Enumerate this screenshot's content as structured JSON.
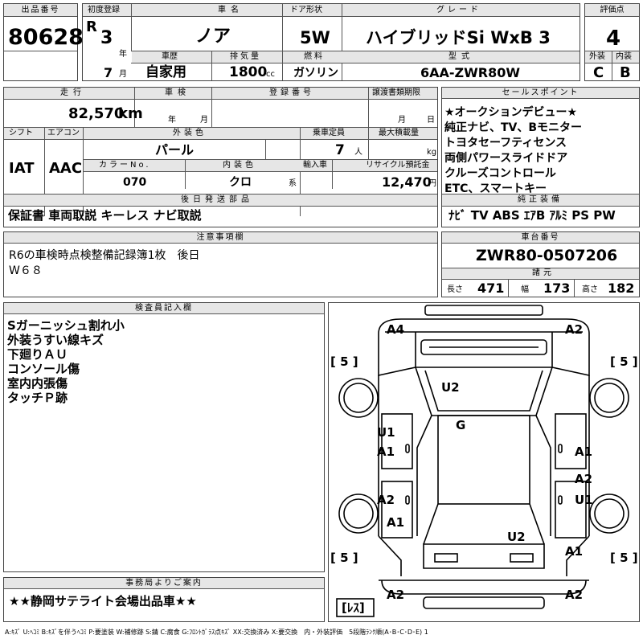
{
  "lot": {
    "label": "出品番号",
    "value": "80628"
  },
  "first_reg": {
    "label": "初度登録",
    "era": "R",
    "year": "3",
    "year_unit": "年",
    "month": "7",
    "month_unit": "月"
  },
  "model_name": {
    "label": "車名",
    "value": "ノア"
  },
  "door": {
    "label": "ドア形状",
    "value": "5W"
  },
  "grade": {
    "label": "グレード",
    "value": "ハイブリッドSi WxB 3"
  },
  "score": {
    "label": "評価点",
    "value": "4"
  },
  "history": {
    "label": "車歴",
    "value": "自家用"
  },
  "displacement": {
    "label": "排気量",
    "value": "1800",
    "unit": "cc"
  },
  "fuel": {
    "label": "燃料",
    "value": "ガソリン"
  },
  "type": {
    "label": "型式",
    "value": "6AA-ZWR80W"
  },
  "ext_int": {
    "ext_label": "外装",
    "int_label": "内装",
    "ext": "C",
    "int": "B"
  },
  "mileage": {
    "label": "走行",
    "value": "82,570",
    "unit": "km"
  },
  "inspection": {
    "label": "車検",
    "year_unit": "年",
    "month_unit": "月"
  },
  "reg_no": {
    "label": "登録番号"
  },
  "transfer": {
    "label": "譲渡書類期限",
    "month_unit": "月",
    "day_unit": "日"
  },
  "shift": {
    "label": "シフト",
    "value": "IAT"
  },
  "ac": {
    "label": "エアコン",
    "value": "AAC"
  },
  "ext_color": {
    "label": "外装色",
    "value": "パール"
  },
  "capacity": {
    "label": "乗車定員",
    "value": "7",
    "unit": "人"
  },
  "max_load": {
    "label": "最大積載量",
    "unit": "kg"
  },
  "color_no": {
    "label": "カラーNo.",
    "value": "070"
  },
  "int_color": {
    "label": "内装色",
    "value": "クロ",
    "unit": "系"
  },
  "import": {
    "label": "輸入車"
  },
  "recycle": {
    "label": "リサイクル預託金",
    "value": "12,470",
    "unit": "円"
  },
  "later_parts": {
    "label": "後日発送部品",
    "value": "保証書 車両取説 キーレス ナビ取説"
  },
  "sales_points": {
    "label": "セールスポイント",
    "lines": [
      "★オークションデビュー★",
      "純正ナビ、TV、Bモニター",
      "トヨタセーフティセンス",
      "両側パワースライドドア",
      "クルーズコントロール",
      "ETC、スマートキー"
    ]
  },
  "equipment": {
    "label": "純正装備",
    "value": "ﾅﾋﾞ TV ABS ｴｱB ｱﾙﾐ PS PW"
  },
  "notes": {
    "label": "注意事項欄",
    "lines": [
      "R6の車検時点検整備記録簿1枚　後日",
      "W６８"
    ]
  },
  "chassis": {
    "label": "車台番号",
    "value": "ZWR80-0507206"
  },
  "specs": {
    "label": "諸元",
    "length_label": "長さ",
    "length": "471",
    "width_label": "幅",
    "width": "173",
    "height_label": "高さ",
    "height": "182"
  },
  "inspector": {
    "label": "検査員記入欄",
    "lines": [
      "Sガーニッシュ割れ小",
      "外装うすい線キズ",
      "下廻りＡＵ",
      "コンソール傷",
      "室内内張傷",
      "タッチＰ跡"
    ]
  },
  "office": {
    "label": "事務局よりご案内",
    "value": "★★静岡サテライト会場出品車★★"
  },
  "legend": "A:ｷｽﾞ U:ﾍｺﾐ B:ｷｽﾞを伴うﾍｺﾐ P:要塗装 W:補修跡 S:錆 C:腐食 G:ﾌﾛﾝﾄｶﾞﾗｽ点ｷｽﾞ XX:交換済み X:要交換　内・外装評価　5段階ﾗﾝｸ順(A･B･C･D･E) 1",
  "diagram": {
    "bracket_tl": "[ 5 ]",
    "bracket_tr": "[ 5 ]",
    "bracket_bl": "[ 5 ]",
    "bracket_br": "[ 5 ]",
    "less": "[ﾚｽ]",
    "marks": [
      "A4",
      "A2",
      "U2",
      "G",
      "U1",
      "A1",
      "A1",
      "A2",
      "A2",
      "U1",
      "A1",
      "U2",
      "A1",
      "A2",
      "A2"
    ]
  }
}
